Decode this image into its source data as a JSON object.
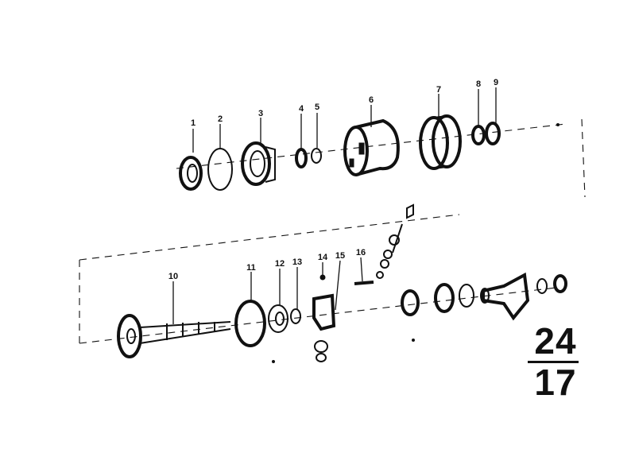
{
  "diagram": {
    "callouts": [
      {
        "id": "p1",
        "label": "1"
      },
      {
        "id": "p2",
        "label": "2"
      },
      {
        "id": "p3",
        "label": "3"
      },
      {
        "id": "p4",
        "label": "4"
      },
      {
        "id": "p5",
        "label": "5"
      },
      {
        "id": "p6",
        "label": "6"
      },
      {
        "id": "p7",
        "label": "7"
      },
      {
        "id": "p8",
        "label": "8"
      },
      {
        "id": "p9",
        "label": "9"
      },
      {
        "id": "p10",
        "label": "10"
      },
      {
        "id": "p11",
        "label": "11"
      },
      {
        "id": "p12",
        "label": "12"
      },
      {
        "id": "p13",
        "label": "13"
      },
      {
        "id": "p14",
        "label": "14"
      },
      {
        "id": "p15",
        "label": "15"
      },
      {
        "id": "p16",
        "label": "16"
      }
    ]
  },
  "page_ref": {
    "top": "24",
    "bottom": "17"
  }
}
